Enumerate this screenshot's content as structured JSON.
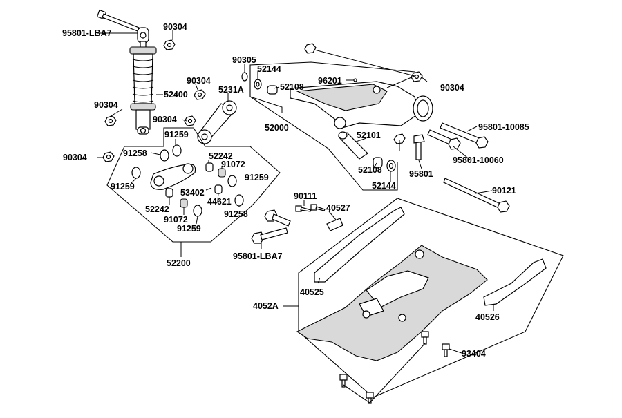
{
  "labels": {
    "l95801_LBA7_top": "95801-LBA7",
    "l90304_top": "90304",
    "l52400": "52400",
    "l90304_shock_left": "90304",
    "l90304_link_a": "90304",
    "l90304_link_b": "90304",
    "l5231A": "5231A",
    "l90305": "90305",
    "l52144_top": "52144",
    "l52108_top": "52108",
    "l96201": "96201",
    "l90304_right": "90304",
    "l52000": "52000",
    "l95801_10085": "95801-10085",
    "l52101": "52101",
    "l95801_10060": "95801-10060",
    "l52108_bottom": "52108",
    "l95801": "95801",
    "l52144_bottom": "52144",
    "l90121": "90121",
    "l90304_left_mid": "90304",
    "l91259_a": "91259",
    "l91258_a": "91258",
    "l52242_a": "52242",
    "l91072_a": "91072",
    "l91259_b": "91259",
    "l91259_c": "91259",
    "l53402": "53402",
    "l44621": "44621",
    "l52242_b": "52242",
    "l91258_b": "91258",
    "l91072_b": "91072",
    "l91259_d": "91259",
    "l52200": "52200",
    "l90111": "90111",
    "l40527": "40527",
    "l95801_LBA7_bottom": "95801-LBA7",
    "l40525": "40525",
    "l4052A": "4052A",
    "l40526": "40526",
    "l93404": "93404"
  }
}
